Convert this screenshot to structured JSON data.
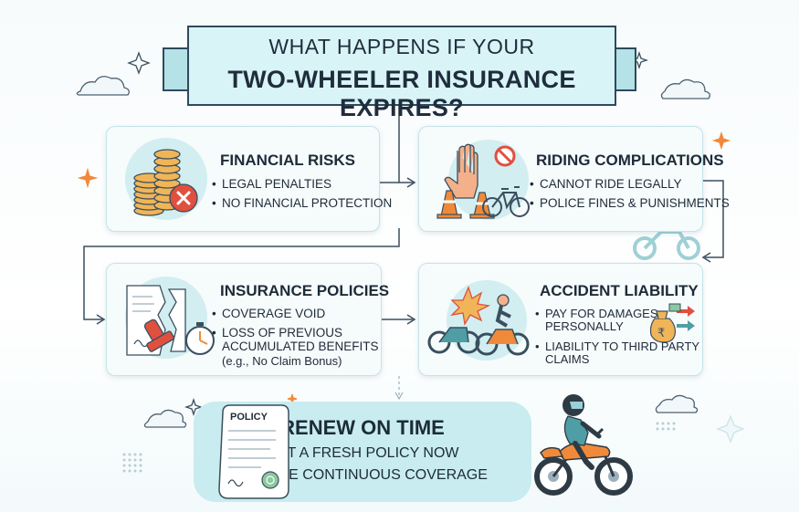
{
  "header": {
    "line1": "WHAT HAPPENS IF YOUR",
    "line2": "TWO-WHEELER INSURANCE EXPIRES?"
  },
  "cards": {
    "financial": {
      "title": "FINANCIAL RISKS",
      "bullets": [
        "LEGAL PENALTIES",
        "NO FINANCIAL PROTECTION"
      ]
    },
    "riding": {
      "title": "RIDING COMPLICATIONS",
      "bullets": [
        "CANNOT RIDE LEGALLY",
        "POLICE FINES & PUNISHMENTS"
      ]
    },
    "policies": {
      "title": "INSURANCE POLICIES",
      "bullets": [
        "COVERAGE VOID",
        "LOSS OF PREVIOUS",
        "ACCUMULATED BENEFITS",
        "(e.g., No Claim Bonus)"
      ]
    },
    "accident": {
      "title": "ACCIDENT LIABILITY",
      "bullets": [
        "PAY FOR DAMAGES",
        "PERSONALLY",
        "LIABILITY TO THIRD PARTY",
        "CLAIMS"
      ]
    }
  },
  "renew": {
    "title": "RENEW ON TIME",
    "line1": "GET A FRESH POLICY NOW",
    "line2": "ENSURE CONTINUOUS COVERAGE",
    "document_label": "POLICY"
  },
  "colors": {
    "accent": "#c8ecef",
    "outline": "#2e4a5c",
    "danger": "#e0503f",
    "coin": "#f0b558",
    "cone": "#f08a3a"
  }
}
